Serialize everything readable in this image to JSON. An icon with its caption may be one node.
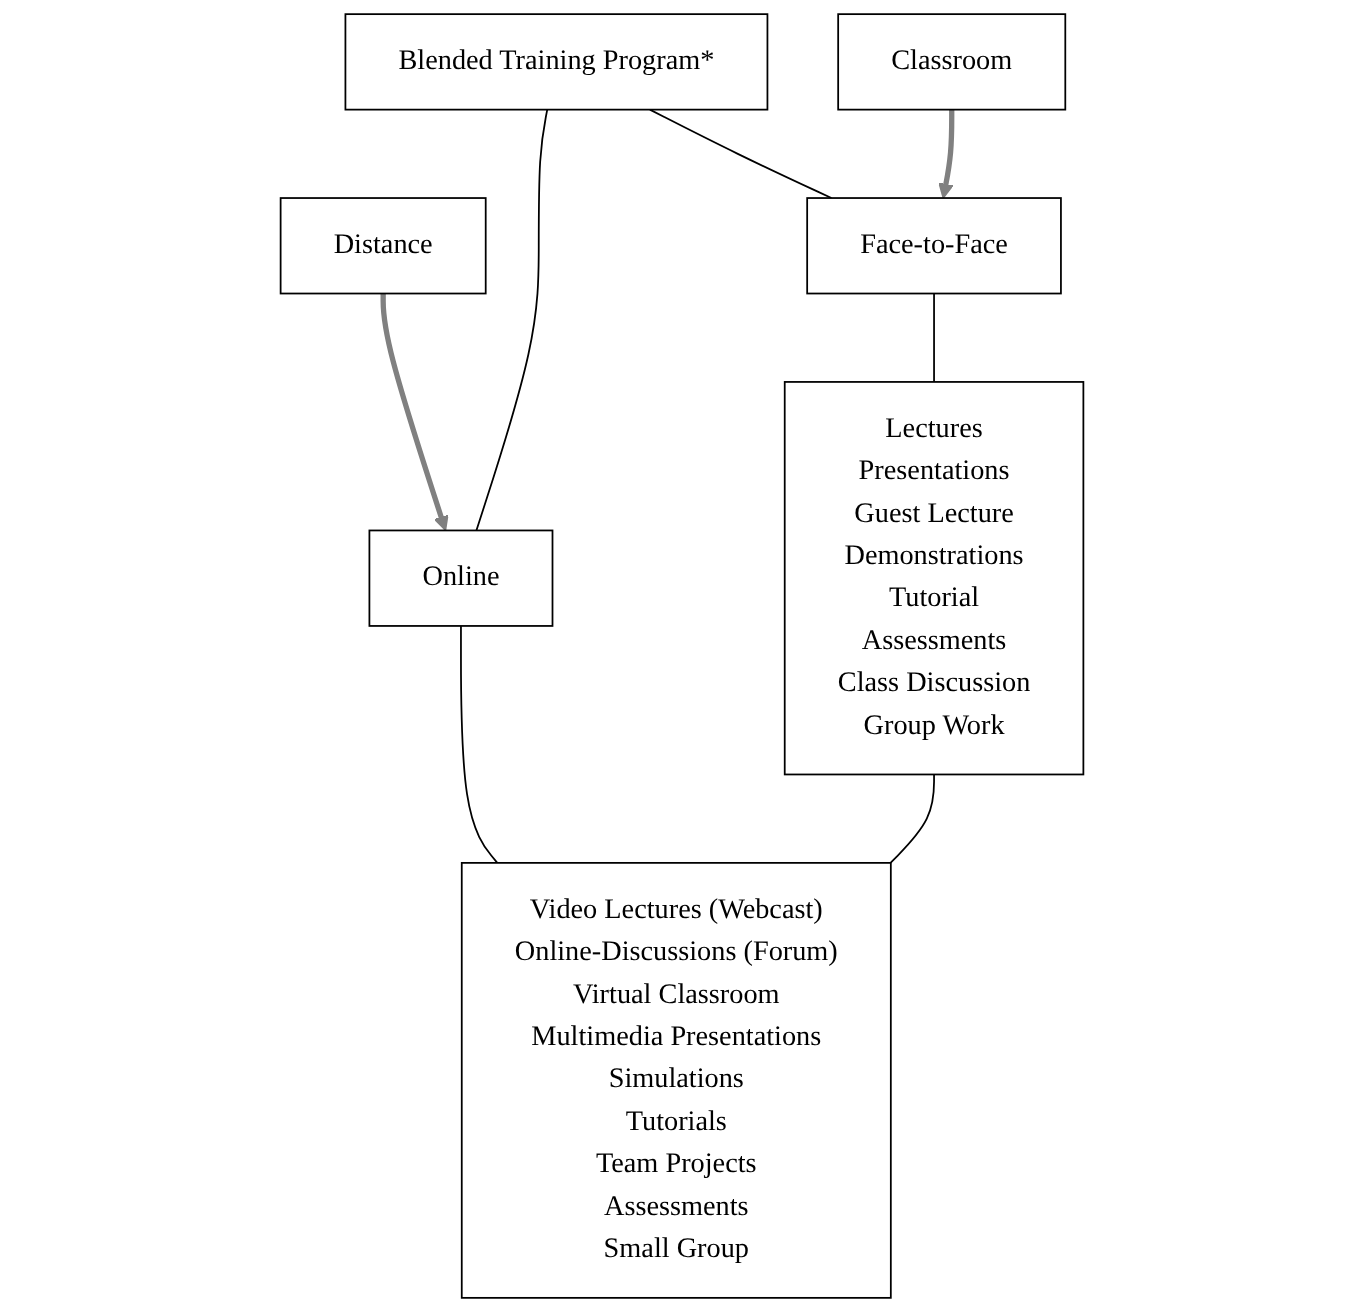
{
  "diagram": {
    "nodes": [
      {
        "text": [
          "Classroom"
        ]
      },
      {
        "text": [
          "Distance"
        ]
      },
      {
        "text": [
          "Blended Training Program*"
        ]
      },
      {
        "text": [
          "Face-to-Face"
        ]
      },
      {
        "text": [
          "Online"
        ]
      },
      {
        "text": [
          "Lectures",
          "Presentations",
          "Guest Lecture",
          "Demonstrations",
          "Tutorial",
          "Assessments",
          "Class Discussion",
          "Group Work"
        ]
      },
      {
        "text": [
          "Video Lectures (Webcast)",
          "Online-Discussions (Forum)",
          "Virtual Classroom",
          "Multimedia Presentations",
          "Simulations",
          "Tutorials",
          "Team Projects",
          "Assessments",
          "Small Group"
        ]
      }
    ],
    "edges": [
      {
        "from": 0,
        "to": 3,
        "arrow": "to",
        "style": "thick",
        "color": "#808080"
      },
      {
        "from": 1,
        "to": 4,
        "arrow": "to",
        "style": "thick",
        "color": "#808080"
      },
      {
        "from": 2,
        "to": 3,
        "arrow": "none"
      },
      {
        "from": 2,
        "to": 4,
        "arrow": "none"
      },
      {
        "from": 3,
        "to": 5,
        "arrow": "none"
      },
      {
        "from": 4,
        "to": 6,
        "arrow": "none"
      },
      {
        "from": 5,
        "to": 6,
        "arrow": "none"
      }
    ]
  }
}
